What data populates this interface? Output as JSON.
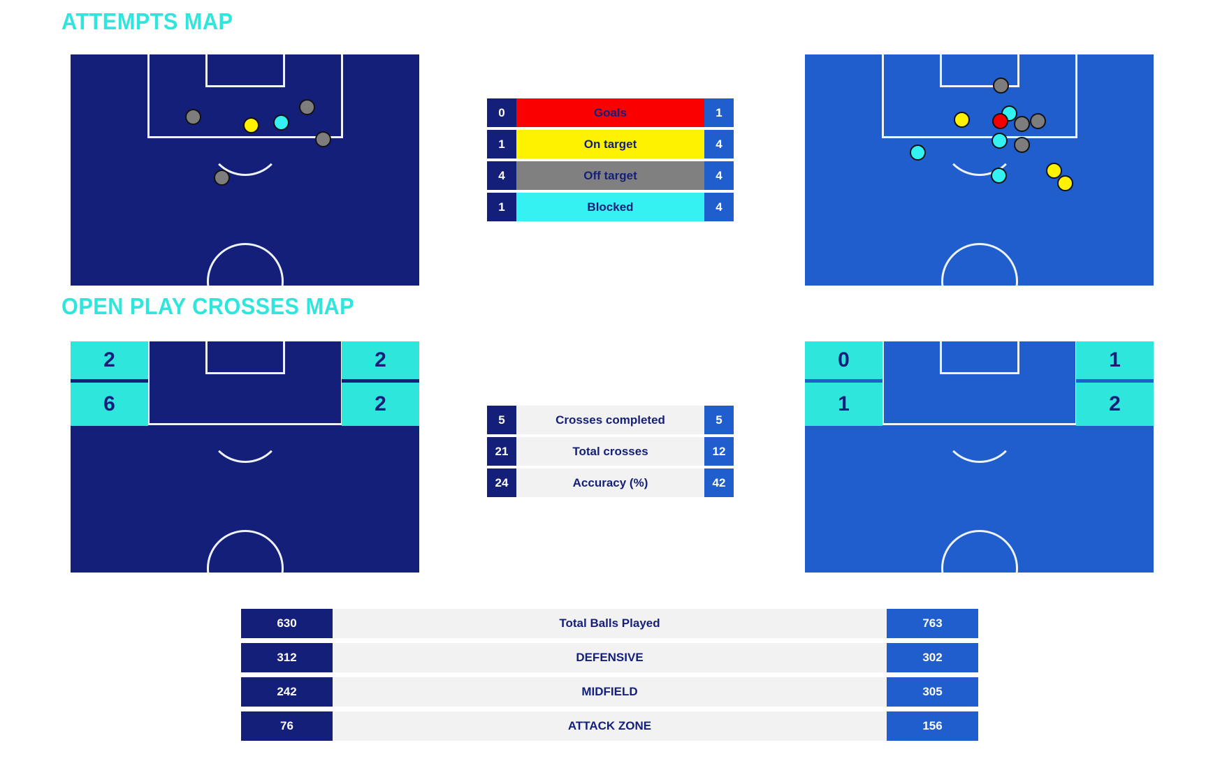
{
  "titles": {
    "attempts": "ATTEMPTS MAP",
    "crosses": "OPEN PLAY CROSSES MAP"
  },
  "colors": {
    "title": "#2ee6dc",
    "home_navy": "#141f7a",
    "away_blue": "#1f5ecc",
    "goal": "#f40000",
    "on_target": "#fff200",
    "off_target": "#7d7d7d",
    "blocked": "#35f2f2",
    "light_row": "#f2f2f2",
    "pitch_line": "#eef2fb"
  },
  "attempts_table": {
    "rows": [
      {
        "home": "0",
        "label": "Goals",
        "away": "1",
        "mid_class": "mid-red"
      },
      {
        "home": "1",
        "label": "On target",
        "away": "4",
        "mid_class": "mid-yellow"
      },
      {
        "home": "4",
        "label": "Off target",
        "away": "4",
        "mid_class": "mid-gray"
      },
      {
        "home": "1",
        "label": "Blocked",
        "away": "4",
        "mid_class": "mid-cyan"
      }
    ]
  },
  "crosses_table": {
    "rows": [
      {
        "home": "5",
        "label": "Crosses completed",
        "away": "5"
      },
      {
        "home": "21",
        "label": "Total crosses",
        "away": "12"
      },
      {
        "home": "24",
        "label": "Accuracy (%)",
        "away": "42"
      }
    ]
  },
  "balls_table": {
    "rows": [
      {
        "home": "630",
        "label": "Total Balls Played",
        "away": "763"
      },
      {
        "home": "312",
        "label": "DEFENSIVE",
        "away": "302"
      },
      {
        "home": "242",
        "label": "MIDFIELD",
        "away": "305"
      },
      {
        "home": "76",
        "label": "ATTACK ZONE",
        "away": "156"
      }
    ]
  },
  "crosses_zones": {
    "home": {
      "top_left": "2",
      "bottom_left": "6",
      "top_right": "2",
      "bottom_right": "2"
    },
    "away": {
      "top_left": "0",
      "bottom_left": "1",
      "top_right": "1",
      "bottom_right": "2"
    }
  },
  "chart_data": {
    "type": "scatter",
    "title": "ATTEMPTS MAP",
    "legend": [
      "Goals",
      "On target",
      "Off target",
      "Blocked"
    ],
    "home_shots": [
      {
        "x": 35.2,
        "y": 26.0,
        "type": "off_target"
      },
      {
        "x": 51.8,
        "y": 29.5,
        "type": "on_target"
      },
      {
        "x": 60.5,
        "y": 28.5,
        "type": "blocked"
      },
      {
        "x": 67.9,
        "y": 21.7,
        "type": "off_target"
      },
      {
        "x": 72.5,
        "y": 35.8,
        "type": "off_target"
      },
      {
        "x": 43.5,
        "y": 51.5,
        "type": "off_target"
      }
    ],
    "away_shots": [
      {
        "x": 44.8,
        "y": 28.2,
        "type": "on_target"
      },
      {
        "x": 56.2,
        "y": 13.5,
        "type": "off_target"
      },
      {
        "x": 58.6,
        "y": 25.6,
        "type": "blocked"
      },
      {
        "x": 56.0,
        "y": 29.0,
        "type": "goal"
      },
      {
        "x": 62.2,
        "y": 30.2,
        "type": "off_target"
      },
      {
        "x": 66.8,
        "y": 28.8,
        "type": "off_target"
      },
      {
        "x": 55.9,
        "y": 37.5,
        "type": "blocked"
      },
      {
        "x": 62.4,
        "y": 39.3,
        "type": "off_target"
      },
      {
        "x": 32.3,
        "y": 42.6,
        "type": "blocked"
      },
      {
        "x": 55.7,
        "y": 52.6,
        "type": "blocked"
      },
      {
        "x": 71.6,
        "y": 50.6,
        "type": "on_target"
      },
      {
        "x": 74.8,
        "y": 56.1,
        "type": "on_target"
      }
    ]
  }
}
